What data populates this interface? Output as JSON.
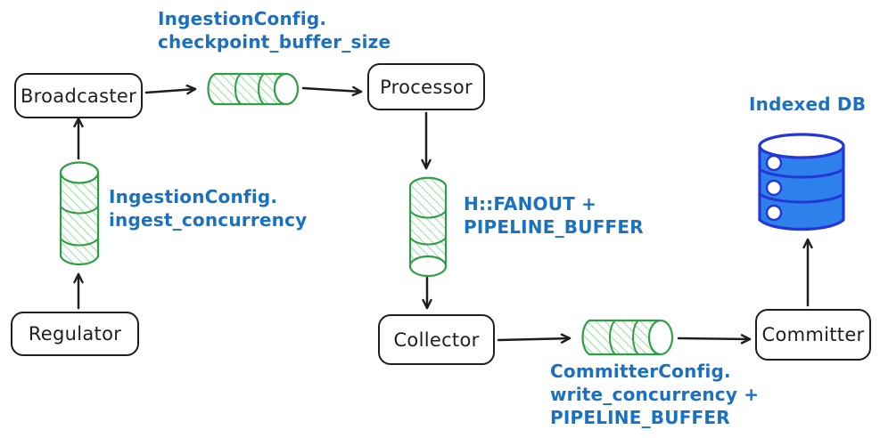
{
  "diagram": {
    "background": "#ffffff",
    "colors": {
      "ink": "#1e1e1e",
      "annotation_blue": "#1971c2",
      "buffer_green_stroke": "#2f9e44",
      "buffer_green_hatch": "#40c057",
      "database_fill": "#2e80ea",
      "database_stroke": "#2436d8"
    },
    "nodes": {
      "broadcaster": {
        "label": "Broadcaster"
      },
      "processor": {
        "label": "Processor"
      },
      "regulator": {
        "label": "Regulator"
      },
      "collector": {
        "label": "Collector"
      },
      "committer": {
        "label": "Committer"
      },
      "indexed_db": {
        "label": "Indexed DB"
      }
    },
    "annotations": {
      "checkpoint_buffer": {
        "line1": "IngestionConfig.",
        "line2": "checkpoint_buffer_size"
      },
      "ingest_concurrency": {
        "line1": "IngestionConfig.",
        "line2": "ingest_concurrency"
      },
      "fanout_buffer": {
        "line1": "H::FANOUT +",
        "line2": "PIPELINE_BUFFER"
      },
      "committer_buffer": {
        "line1": "CommitterConfig.",
        "line2": "write_concurrency +",
        "line3": "PIPELINE_BUFFER"
      }
    },
    "icons": {
      "buffer_cylinder": "buffer-cylinder-icon",
      "database": "database-icon"
    }
  }
}
